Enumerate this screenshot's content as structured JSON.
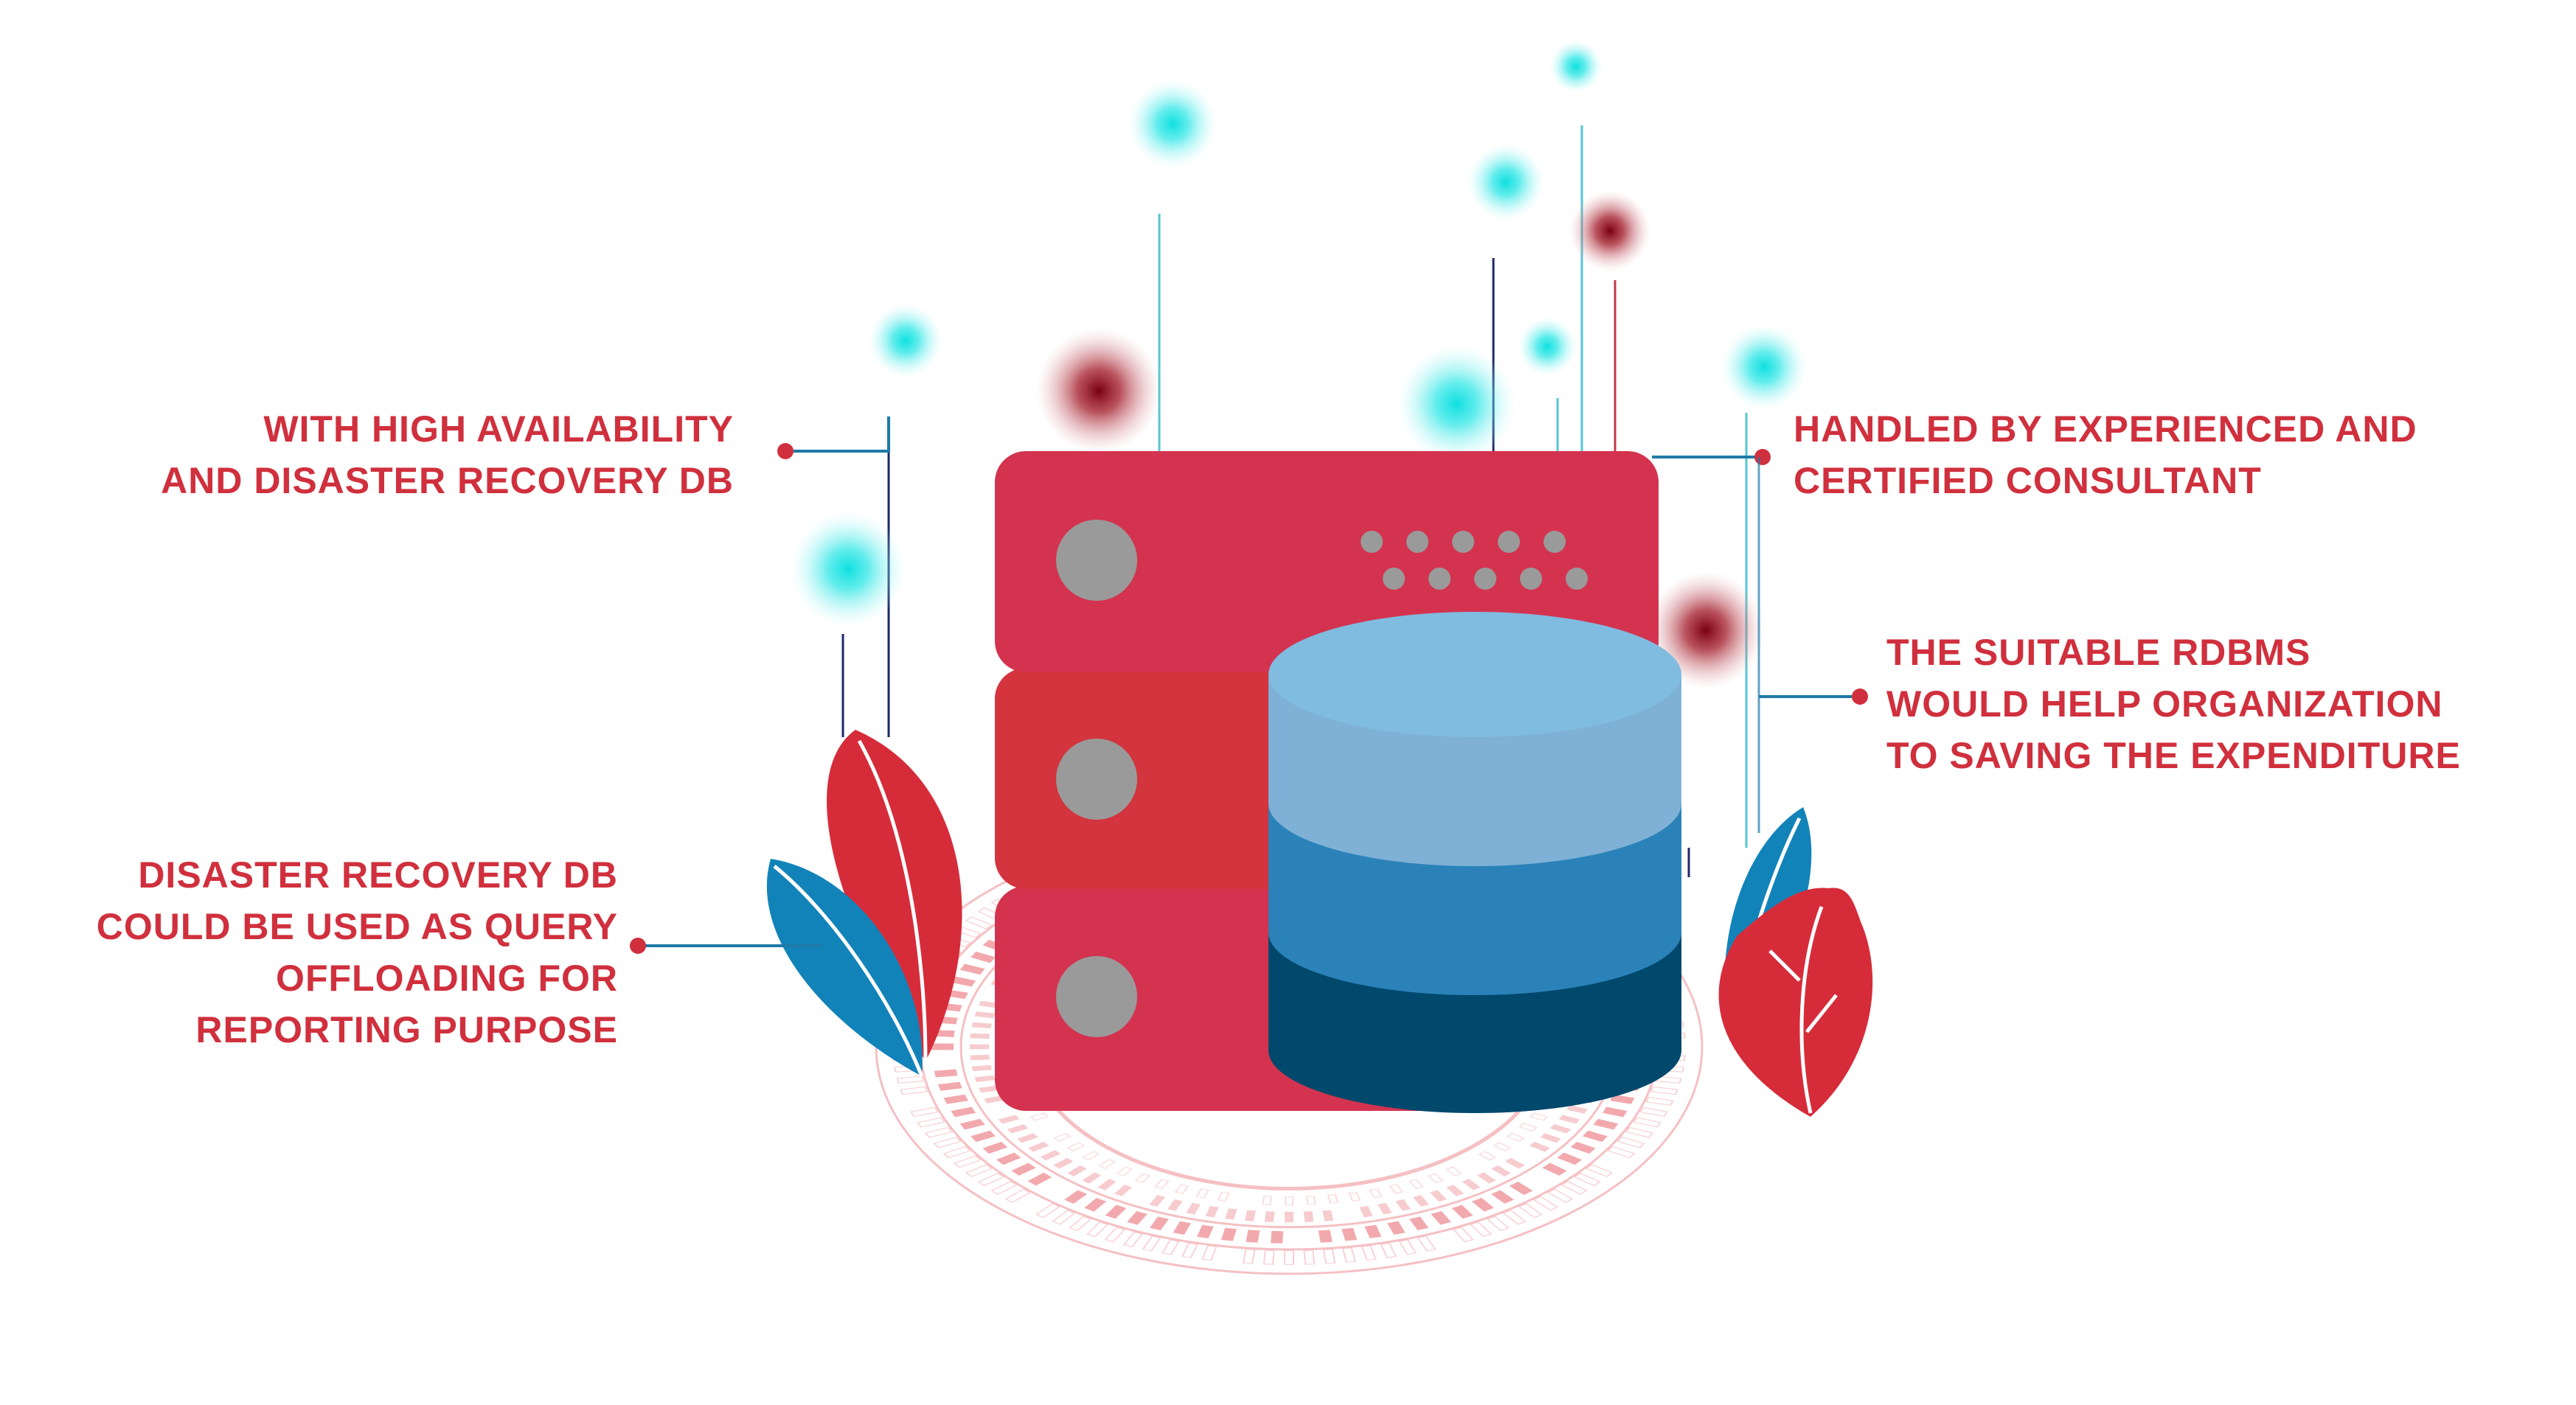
{
  "colors": {
    "text": "#d0303d",
    "server_red": "#d43350",
    "server_red_mid": "#d3343d",
    "cyl_top": "#7fb6db",
    "cyl_mid": "#2b82b9",
    "cyl_bottom": "#00486c",
    "led_grey": "#9a9a9a",
    "leaf_blue": "#1283b9",
    "leaf_red": "#d62c3a",
    "ring_pink": "#f09a9f",
    "glow_cyan": "#2ee6e6",
    "glow_dark_red": "#8c0a16",
    "connector_blue": "#1f7aa8",
    "connector_dot": "#d0303d"
  },
  "callouts": {
    "top_left": {
      "lines": [
        "WITH HIGH AVAILABILITY",
        "AND DISASTER RECOVERY DB"
      ]
    },
    "bottom_left": {
      "lines": [
        "DISASTER RECOVERY DB",
        "COULD BE USED AS QUERY",
        "OFFLOADING FOR",
        "REPORTING PURPOSE"
      ]
    },
    "top_right": {
      "lines": [
        "HANDLED BY EXPERIENCED AND",
        "CERTIFIED CONSULTANT"
      ]
    },
    "mid_right": {
      "lines": [
        "THE SUITABLE RDBMS",
        "WOULD HELP ORGANIZATION",
        "TO SAVING THE EXPENDITURE"
      ]
    }
  },
  "icons": {
    "server": "server-rack-icon",
    "database": "database-cylinder-icon",
    "leaves": "leaf-icon",
    "ring": "radial-ring-decoration"
  }
}
